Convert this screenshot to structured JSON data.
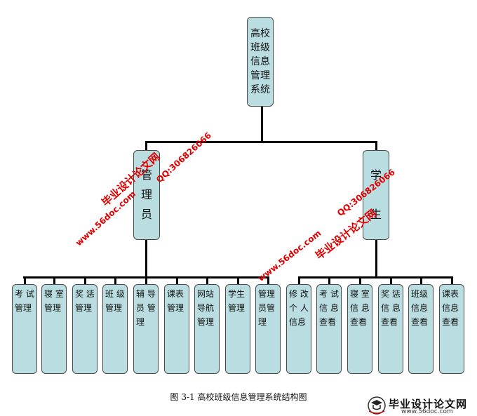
{
  "root": {
    "label": "高校班级信息管理系统"
  },
  "roles": [
    {
      "id": "admin",
      "label": "管理员"
    },
    {
      "id": "student",
      "label": "学生"
    }
  ],
  "admin_modules": [
    "考 试管理",
    "寝 室管理",
    "奖 惩管理",
    "班 级管理",
    "辅 导员 管理",
    "课表管理",
    "网站导航管理",
    "学生管理",
    "管理员管理"
  ],
  "student_modules": [
    "修 改个 人信息",
    "考 试信 息查看",
    "寝 室信 息查看",
    "奖 惩信 息查看",
    "班级信息查看",
    "课表信息查看"
  ],
  "caption": "图 3-1 高校班级信息管理系统结构图",
  "watermarks": [
    {
      "text": "毕业设计论文网",
      "kind": "cn"
    },
    {
      "text": "QQ:306826066",
      "kind": "qq"
    },
    {
      "text": "www.56doc.com",
      "kind": "url"
    },
    {
      "text": "QQ:306826066",
      "kind": "qq"
    },
    {
      "text": "www.56doc.com",
      "kind": "url"
    },
    {
      "text": "毕业设计论文网",
      "kind": "cn"
    }
  ],
  "logo": {
    "text": "毕业设计论文网",
    "url": "www.56doc.com"
  },
  "colors": {
    "box": "#b9dde0",
    "border": "#4a4a4a",
    "line": "#000000",
    "watermark": "#e10000"
  }
}
